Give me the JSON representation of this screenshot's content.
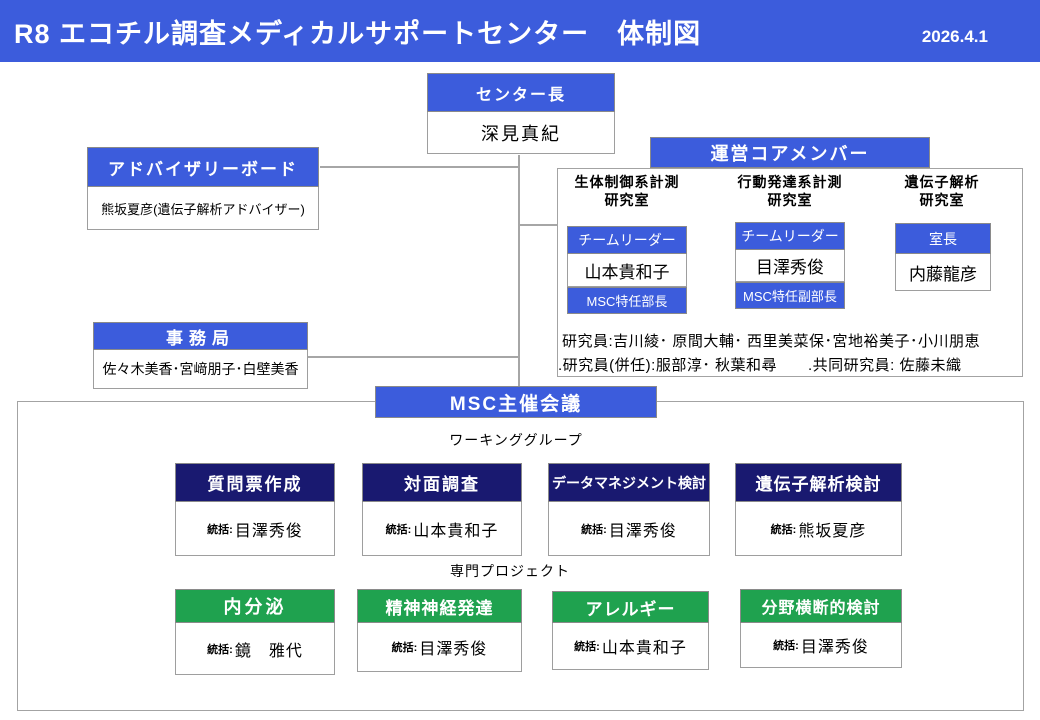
{
  "header": {
    "title": "R8 エコチル調査メディカルサポートセンター　体制図",
    "date": "2026.4.1"
  },
  "colors": {
    "accent_blue": "#3c5cdc",
    "navy": "#191970",
    "green": "#1fa24f",
    "connector_gray": "#a6a6a6"
  },
  "director": {
    "title": "センター長",
    "name": "深見真紀"
  },
  "advisory": {
    "title": "アドバイザリーボード",
    "name": "熊坂夏彦(遺伝子解析アドバイザー)"
  },
  "secretariat": {
    "title": "事務局",
    "members": "佐々木美香･宮﨑朋子･白壁美香"
  },
  "core": {
    "title": "運営コアメンバー",
    "labs": [
      {
        "name1": "生体制御系計測",
        "name2": "研究室",
        "role_top": "チームリーダー",
        "leader": "山本貴和子",
        "role_bottom": "MSC特任部長"
      },
      {
        "name1": "行動発達系計測",
        "name2": "研究室",
        "role_top": "チームリーダー",
        "leader": "目澤秀俊",
        "role_bottom": "MSC特任副部長"
      },
      {
        "name1": "遺伝子解析",
        "name2": "研究室",
        "role_top": "室長",
        "leader": "内藤龍彦"
      }
    ],
    "researchers_line1": "研究員:吉川綾･ 原間大輔･ 西里美菜保･宮地裕美子･小川朋恵",
    "researchers_line2a": ".研究員(併任):服部淳･ 秋葉和尋",
    "researchers_line2b": ".共同研究員: 佐藤未織"
  },
  "meeting": {
    "title": "MSC主催会議"
  },
  "working_groups": {
    "label": "ワーキンググループ",
    "items": [
      {
        "title": "質問票作成",
        "lead_label": "統括:",
        "lead": "目澤秀俊"
      },
      {
        "title": "対面調査",
        "lead_label": "統括:",
        "lead": "山本貴和子"
      },
      {
        "title": "データマネジメント検討",
        "lead_label": "統括:",
        "lead": "目澤秀俊"
      },
      {
        "title": "遺伝子解析検討",
        "lead_label": "統括:",
        "lead": "熊坂夏彦"
      }
    ]
  },
  "projects": {
    "label": "専門プロジェクト",
    "items": [
      {
        "title": "内分泌",
        "lead_label": "統括:",
        "lead": "鏡　雅代"
      },
      {
        "title": "精神神経発達",
        "lead_label": "統括:",
        "lead": "目澤秀俊"
      },
      {
        "title": "アレルギー",
        "lead_label": "統括:",
        "lead": "山本貴和子"
      },
      {
        "title": "分野横断的検討",
        "lead_label": "統括:",
        "lead": "目澤秀俊"
      }
    ]
  }
}
